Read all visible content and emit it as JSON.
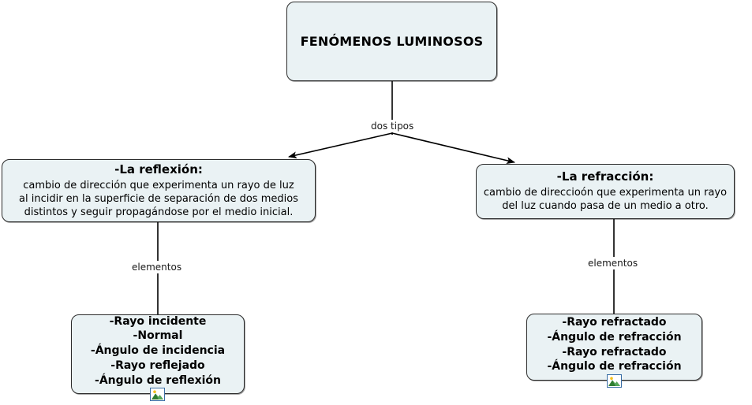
{
  "diagram": {
    "title": "FENÓMENOS LUMINOSOS",
    "type": "concept-map",
    "language": "es",
    "colors": {
      "node_fill": "#eaf2f4",
      "node_border": "#2b2b2b",
      "connector": "#000000",
      "label_text": "#1a1a1a",
      "badge_border": "#3a6ea5",
      "background": "#ffffff"
    }
  },
  "nodes": {
    "root": {
      "title": "FENÓMENOS LUMINOSOS"
    },
    "reflexion": {
      "title": "-La reflexión:",
      "body_lines": [
        "cambio de dirección que experimenta un rayo de luz",
        "al incidir en la superficie de separación de dos medios",
        "distintos y seguir propagándose por el medio inicial."
      ]
    },
    "refraccion": {
      "title": "-La refracción:",
      "body_lines": [
        "cambio de direccioón que experimenta un rayo",
        "del luz cuando pasa de un medio a otro."
      ]
    },
    "elementos_reflexion": {
      "items": [
        "-Rayo incidente",
        "-Normal",
        "-Ángulo de incidencia",
        "-Rayo reflejado",
        "-Ángulo de reflexión"
      ],
      "badge": "picture-icon"
    },
    "elementos_refraccion": {
      "items": [
        "-Rayo refractado",
        "-Ángulo de refracción",
        "-Rayo refractado",
        "-Ángulo de refracción"
      ],
      "badge": "picture-icon"
    }
  },
  "edges": {
    "root_split": "dos tipos",
    "reflexion_to_elements": "elementos",
    "refraccion_to_elements": "elementos"
  }
}
